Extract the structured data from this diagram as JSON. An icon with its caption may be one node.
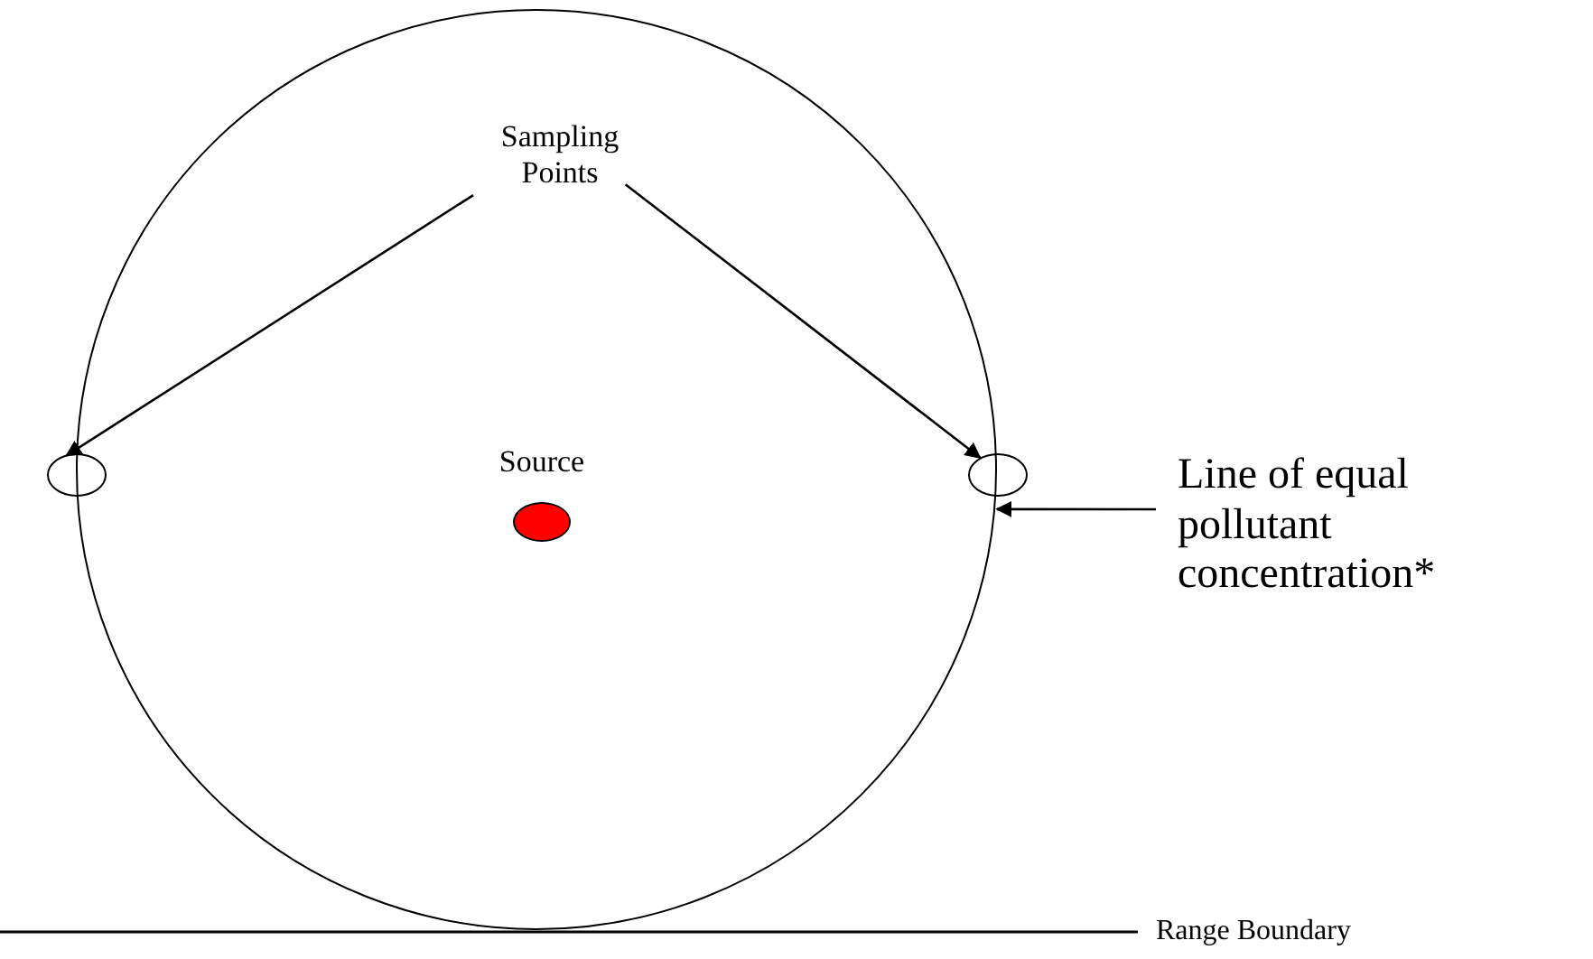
{
  "diagram": {
    "nodes": [
      {
        "text": [],
        "shape": "circle"
      },
      {
        "text": [
          "Sampling Points"
        ],
        "in": 0
      },
      {
        "text": [],
        "shape": "circle"
      },
      {
        "text": [],
        "shape": "circle"
      },
      {
        "text": [
          "Source"
        ],
        "in": 0
      },
      {
        "text": [
          "Line of equal pollutant concentration*"
        ]
      }
    ],
    "edges": [
      {
        "from": 1,
        "to": 2,
        "arrow": "to"
      },
      {
        "from": 1,
        "to": 3,
        "arrow": "to"
      },
      {
        "from": 5,
        "to": 0,
        "arrow": "to"
      }
    ],
    "labels": [
      "Range Boundary"
    ]
  }
}
